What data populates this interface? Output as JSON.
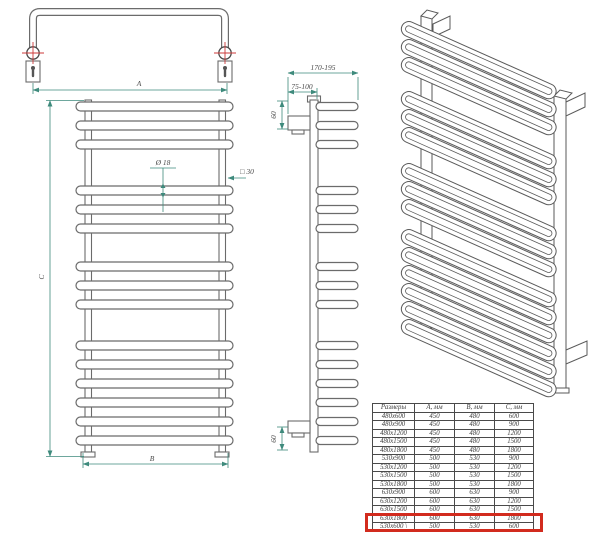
{
  "views": {
    "top_view": {
      "dim_a_label": "A"
    },
    "front_view": {
      "dim_b_label": "B",
      "dim_c_label": "C",
      "tube_diameter_label": "Ø 18",
      "profile_label": "□ 30"
    },
    "side_view": {
      "depth_range_label": "170-195",
      "bracket_range_label": "75-100",
      "top_offset_label": "60",
      "bottom_offset_label": "60"
    }
  },
  "table": {
    "headers": [
      "Размеры",
      "А, мм",
      "В, мм",
      "С, мм"
    ],
    "rows": [
      [
        "480x600",
        "450",
        "480",
        "600"
      ],
      [
        "480x900",
        "450",
        "480",
        "900"
      ],
      [
        "480x1200",
        "450",
        "480",
        "1200"
      ],
      [
        "480x1500",
        "450",
        "480",
        "1500"
      ],
      [
        "480x1800",
        "450",
        "480",
        "1800"
      ],
      [
        "530x900",
        "500",
        "530",
        "900"
      ],
      [
        "530x1200",
        "500",
        "530",
        "1200"
      ],
      [
        "530x1500",
        "500",
        "530",
        "1500"
      ],
      [
        "530x1800",
        "500",
        "530",
        "1800"
      ],
      [
        "630x900",
        "600",
        "630",
        "900"
      ],
      [
        "630x1200",
        "600",
        "630",
        "1200"
      ],
      [
        "630x1500",
        "600",
        "630",
        "1500"
      ],
      [
        "630x1800",
        "600",
        "630",
        "1800"
      ],
      [
        "530x600 \\",
        "500",
        "530",
        "600"
      ]
    ],
    "highlight_row_index": 13,
    "highlight_color": "#d22b1e"
  },
  "colors": {
    "line": "#6b6b6b",
    "iso_line": "#5a5a5a",
    "dimension": "#3e8a7c",
    "centerline_red": "#cc3a3a",
    "table_border": "#4a4a4a",
    "highlight": "#d22b1e",
    "background": "#ffffff"
  }
}
